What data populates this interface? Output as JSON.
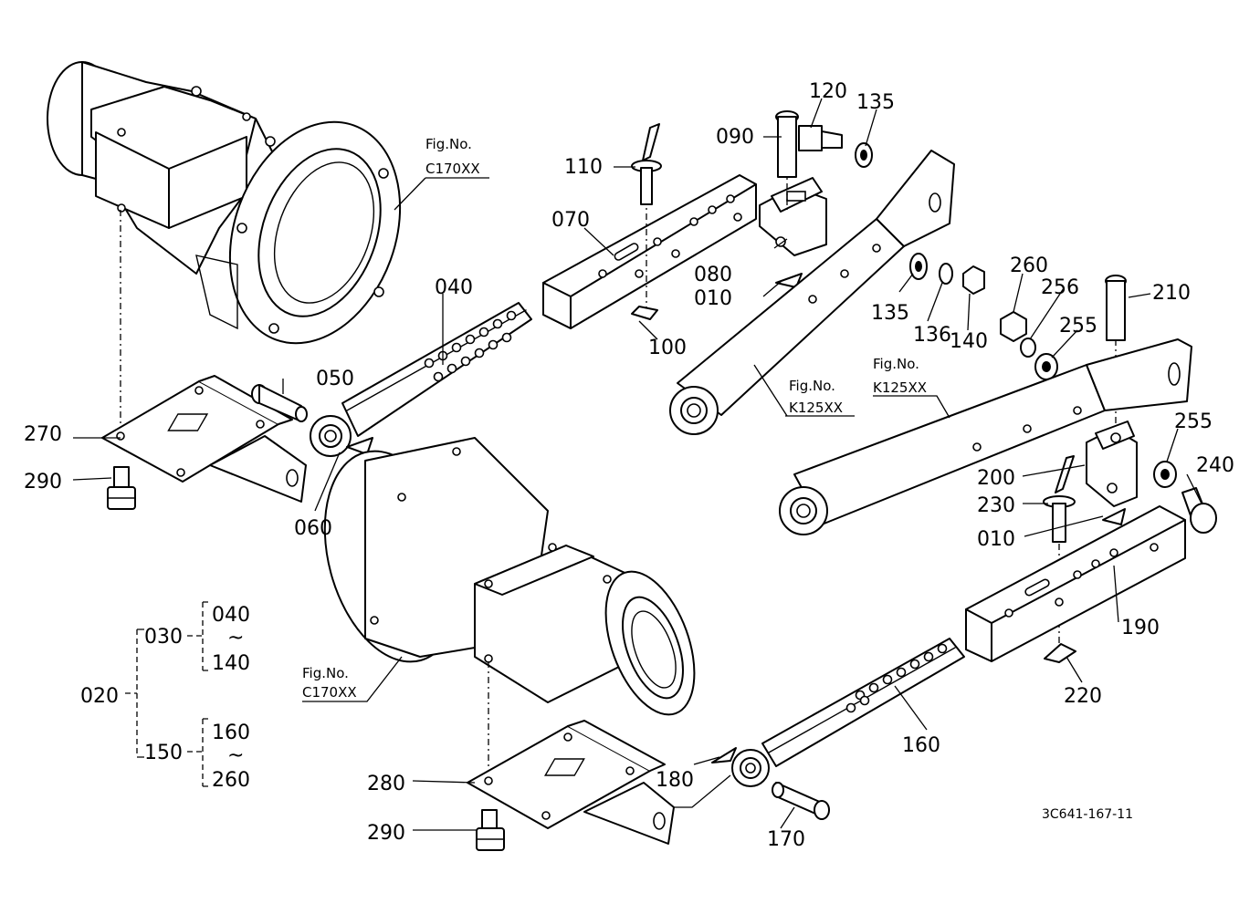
{
  "labels": {
    "p010a": "010",
    "p010b": "010",
    "p020": "020",
    "p030": "030",
    "p040": "040",
    "p040b": "040",
    "p050": "050",
    "p060": "060",
    "p070": "070",
    "p080": "080",
    "p090": "090",
    "p100": "100",
    "p110": "110",
    "p120": "120",
    "p135a": "135",
    "p135b": "135",
    "p136": "136",
    "p140": "140",
    "p140b": "140",
    "p150": "150",
    "p160": "160",
    "p160b": "160",
    "p170": "170",
    "p180": "180",
    "p190": "190",
    "p200": "200",
    "p210": "210",
    "p220": "220",
    "p230": "230",
    "p240": "240",
    "p255a": "255",
    "p255b": "255",
    "p256": "256",
    "p260": "260",
    "p260b": "260",
    "p270": "270",
    "p280": "280",
    "p290a": "290",
    "p290b": "290",
    "tilde": "~"
  },
  "fig_refs": {
    "fig_no": "Fig.No.",
    "c170_top": "C170XX",
    "c170_bottom": "C170XX",
    "k125_a": "K125XX",
    "k125_b": "K125XX"
  },
  "drawing_code": "3C641-167-11"
}
